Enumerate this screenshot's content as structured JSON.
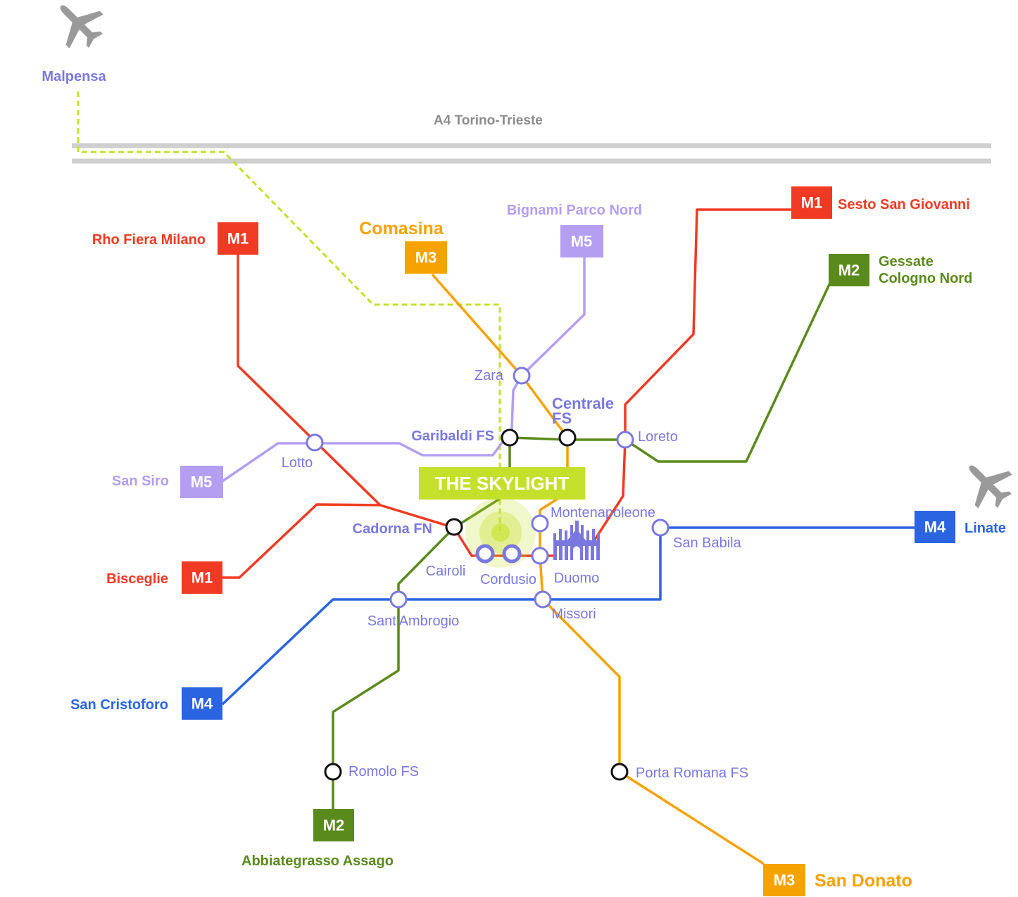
{
  "colors": {
    "m1": "#f03a23",
    "m2": "#5a8a1c",
    "m3": "#f6a200",
    "m4": "#2a64e0",
    "m5": "#b39ef2",
    "station_text": "#7a78e0",
    "highway": "#cfcfcf",
    "highway_text": "#8c8c8c",
    "airport_link": "#c5e02a",
    "skylight": "#c5e02a",
    "plane": "#9a9a9a"
  },
  "highway": {
    "label": "A4 Torino-Trieste"
  },
  "airports": {
    "malpensa": {
      "label": "Malpensa",
      "icon": "airplane-icon"
    },
    "linate": {
      "label": "Linate",
      "icon": "airplane-icon"
    }
  },
  "skylight": {
    "label": "THE SKYLIGHT"
  },
  "landmark": {
    "icon": "duomo-cathedral-icon"
  },
  "termini": {
    "m1_rho": {
      "code": "M1",
      "name": "Rho Fiera Milano"
    },
    "m1_bisceglie": {
      "code": "M1",
      "name": "Bisceglie"
    },
    "m1_sesto": {
      "code": "M1",
      "name": "Sesto San Giovanni"
    },
    "m2_gessate": {
      "code": "M2",
      "name_line1": "Gessate",
      "name_line2": "Cologno Nord"
    },
    "m2_abbiategrasso": {
      "code": "M2",
      "name": "Abbiategrasso Assago"
    },
    "m3_comasina": {
      "code": "M3",
      "name": "Comasina"
    },
    "m3_sandonato": {
      "code": "M3",
      "name": "San Donato"
    },
    "m4_linate": {
      "code": "M4"
    },
    "m4_sancristoforo": {
      "code": "M4",
      "name": "San Cristoforo"
    },
    "m5_bignami": {
      "code": "M5",
      "name": "Bignami Parco Nord"
    },
    "m5_sansiro": {
      "code": "M5",
      "name": "San Siro"
    }
  },
  "stations": {
    "zara": "Zara",
    "centrale_line1": "Centrale",
    "centrale_line2": "FS",
    "garibaldi": "Garibaldi FS",
    "loreto": "Loreto",
    "lotto": "Lotto",
    "cadorna": "Cadorna FN",
    "montenapoleone": "Montenapoleone",
    "san_babila": "San Babila",
    "cairoli": "Cairoli",
    "cordusio": "Cordusio",
    "duomo": "Duomo",
    "santambrogio": "Sant'Ambrogio",
    "missori": "Missori",
    "romolo": "Romolo FS",
    "porta_romana": "Porta Romana FS"
  }
}
